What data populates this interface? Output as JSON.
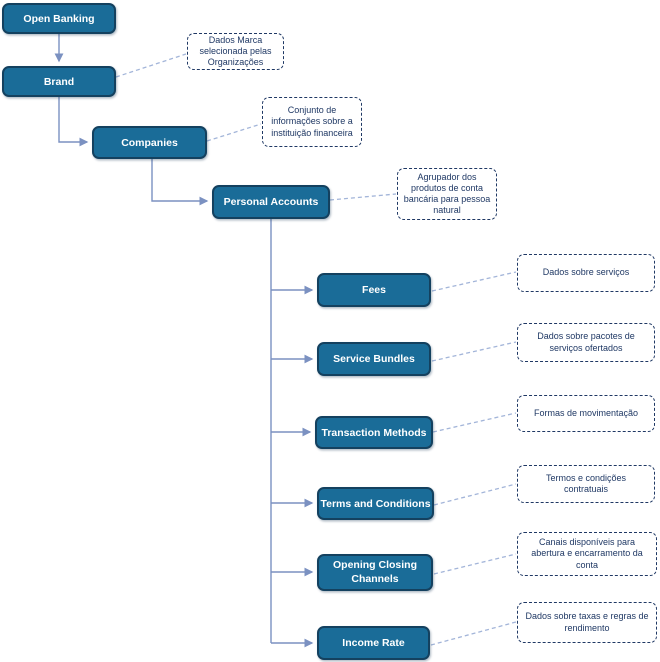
{
  "diagram": {
    "type": "tree",
    "nodes": {
      "open_banking": {
        "label": "Open Banking"
      },
      "brand": {
        "label": "Brand"
      },
      "companies": {
        "label": "Companies"
      },
      "personal_accounts": {
        "label": "Personal Accounts"
      },
      "fees": {
        "label": "Fees"
      },
      "service_bundles": {
        "label": "Service Bundles"
      },
      "transaction_methods": {
        "label": "Transaction Methods"
      },
      "terms_and_conditions": {
        "label": "Terms and Conditions"
      },
      "opening_closing_channels": {
        "label": "Opening Closing Channels"
      },
      "income_rate": {
        "label": "Income Rate"
      }
    },
    "annotations": {
      "brand": {
        "text": "Dados Marca selecionada pelas Organizações"
      },
      "companies": {
        "text": "Conjunto de informações sobre a instituição financeira"
      },
      "personal_accounts": {
        "text": "Agrupador dos produtos de conta bancária para pessoa natural"
      },
      "fees": {
        "text": "Dados sobre serviços"
      },
      "service_bundles": {
        "text": "Dados sobre pacotes de serviços ofertados"
      },
      "transaction_methods": {
        "text": "Formas de movimentação"
      },
      "terms_and_conditions": {
        "text": "Termos e condições contratuais"
      },
      "opening_closing_channels": {
        "text": "Canais disponíveis para abertura e encarramento da conta"
      },
      "income_rate": {
        "text": "Dados sobre taxas e regras de rendimento"
      }
    },
    "edges": [
      [
        "Open Banking",
        "Brand"
      ],
      [
        "Brand",
        "Companies"
      ],
      [
        "Companies",
        "Personal Accounts"
      ],
      [
        "Personal Accounts",
        "Fees"
      ],
      [
        "Personal Accounts",
        "Service Bundles"
      ],
      [
        "Personal Accounts",
        "Transaction Methods"
      ],
      [
        "Personal Accounts",
        "Terms and Conditions"
      ],
      [
        "Personal Accounts",
        "Opening Closing Channels"
      ],
      [
        "Personal Accounts",
        "Income Rate"
      ]
    ],
    "colors": {
      "node_fill": "#1a6c98",
      "node_border": "#14415f",
      "node_text": "#ffffff",
      "connector": "#7b91c1",
      "annotation_link": "#a3b5d9",
      "annotation_border": "#1f3864",
      "annotation_text": "#1f3864",
      "background": "#ffffff"
    }
  }
}
